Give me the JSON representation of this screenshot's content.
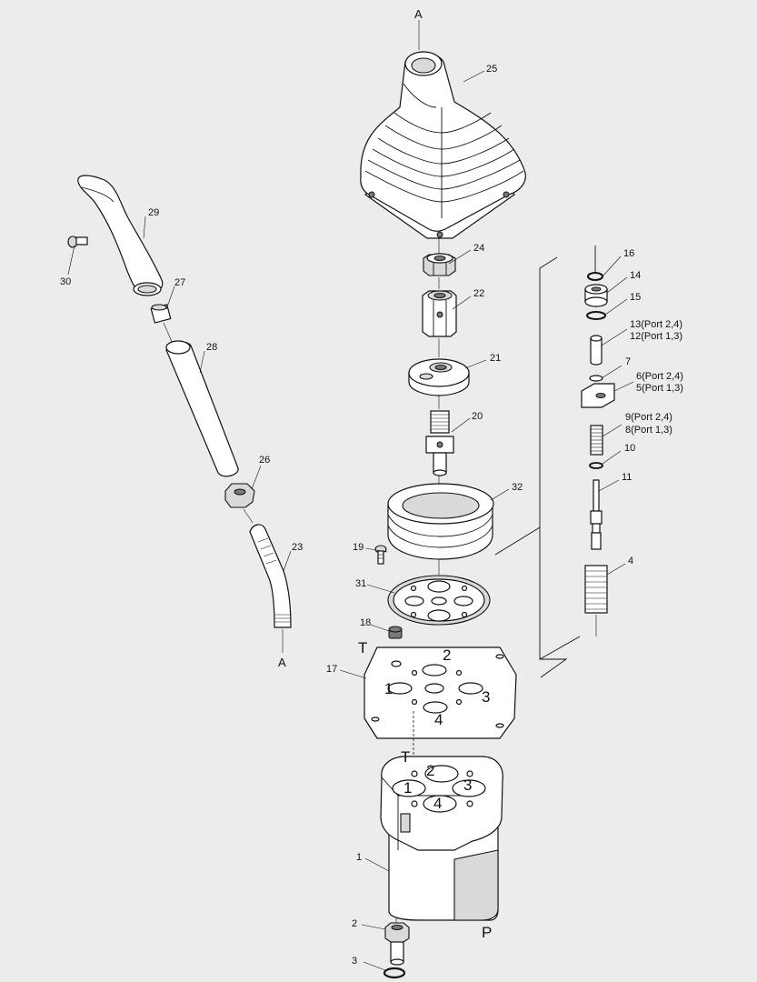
{
  "parts": [
    {
      "no": "1"
    },
    {
      "no": "2"
    },
    {
      "no": "3"
    },
    {
      "no": "4"
    },
    {
      "no": "5(Port 1,3)"
    },
    {
      "no": "6(Port 2,4)"
    },
    {
      "no": "7"
    },
    {
      "no": "8(Port 1,3)"
    },
    {
      "no": "9(Port 2,4)"
    },
    {
      "no": "10"
    },
    {
      "no": "11"
    },
    {
      "no": "12(Port 1,3)"
    },
    {
      "no": "13(Port 2,4)"
    },
    {
      "no": "14"
    },
    {
      "no": "15"
    },
    {
      "no": "16"
    },
    {
      "no": "17"
    },
    {
      "no": "18"
    },
    {
      "no": "19"
    },
    {
      "no": "20"
    },
    {
      "no": "21"
    },
    {
      "no": "22"
    },
    {
      "no": "23"
    },
    {
      "no": "24"
    },
    {
      "no": "25"
    },
    {
      "no": "26"
    },
    {
      "no": "27"
    },
    {
      "no": "28"
    },
    {
      "no": "29"
    },
    {
      "no": "30"
    },
    {
      "no": "31"
    },
    {
      "no": "32"
    }
  ],
  "connectors": {
    "top": "A",
    "bottom": "A"
  },
  "plate_marks": {
    "t": "T",
    "p1": "1",
    "p2": "2",
    "p3": "3",
    "p4": "4"
  },
  "body_marks": {
    "t": "T",
    "p1": "1",
    "p2": "2",
    "p3": "3",
    "p4": "4",
    "p": "P"
  }
}
